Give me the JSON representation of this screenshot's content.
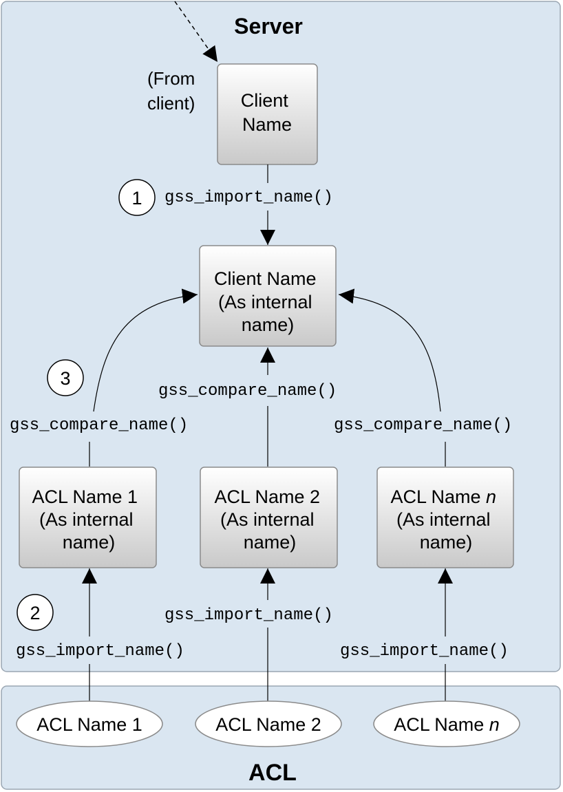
{
  "colors": {
    "panel_fill": "#dae6f1",
    "panel_stroke": "#9aa6b2",
    "box_top": "#ffffff",
    "box_bottom": "#c9c9c9",
    "box_stroke": "#8a8a8a",
    "ellipse_fill": "#ffffff",
    "line": "#000000"
  },
  "server": {
    "title": "Server"
  },
  "acl_panel": {
    "title": "ACL"
  },
  "from_client": {
    "line1": "(From",
    "line2": "client)"
  },
  "client_name_box": {
    "line1": "Client",
    "line2": "Name"
  },
  "client_internal_box": {
    "line1": "Client Name",
    "line2": "(As internal",
    "line3": "name)"
  },
  "acl_internal_boxes": [
    {
      "name_base": "ACL Name ",
      "name_suffix": "1",
      "suffix_italic": false,
      "line2": "(As internal",
      "line3": "name)"
    },
    {
      "name_base": "ACL Name ",
      "name_suffix": "2",
      "suffix_italic": false,
      "line2": "(As internal",
      "line3": "name)"
    },
    {
      "name_base": "ACL Name ",
      "name_suffix": "n",
      "suffix_italic": true,
      "line2": "(As internal",
      "line3": "name)"
    }
  ],
  "acl_entries": [
    {
      "name_base": "ACL Name ",
      "name_suffix": "1",
      "suffix_italic": false
    },
    {
      "name_base": "ACL Name ",
      "name_suffix": "2",
      "suffix_italic": false
    },
    {
      "name_base": "ACL Name ",
      "name_suffix": "n",
      "suffix_italic": true
    }
  ],
  "steps": {
    "step1": "1",
    "step2": "2",
    "step3": "3"
  },
  "functions": {
    "import_client": "gss_import_name()",
    "compare_left": "gss_compare_name()",
    "compare_middle": "gss_compare_name()",
    "compare_right": "gss_compare_name()",
    "import_left": "gss_import_name()",
    "import_middle": "gss_import_name()",
    "import_right": "gss_import_name()"
  }
}
